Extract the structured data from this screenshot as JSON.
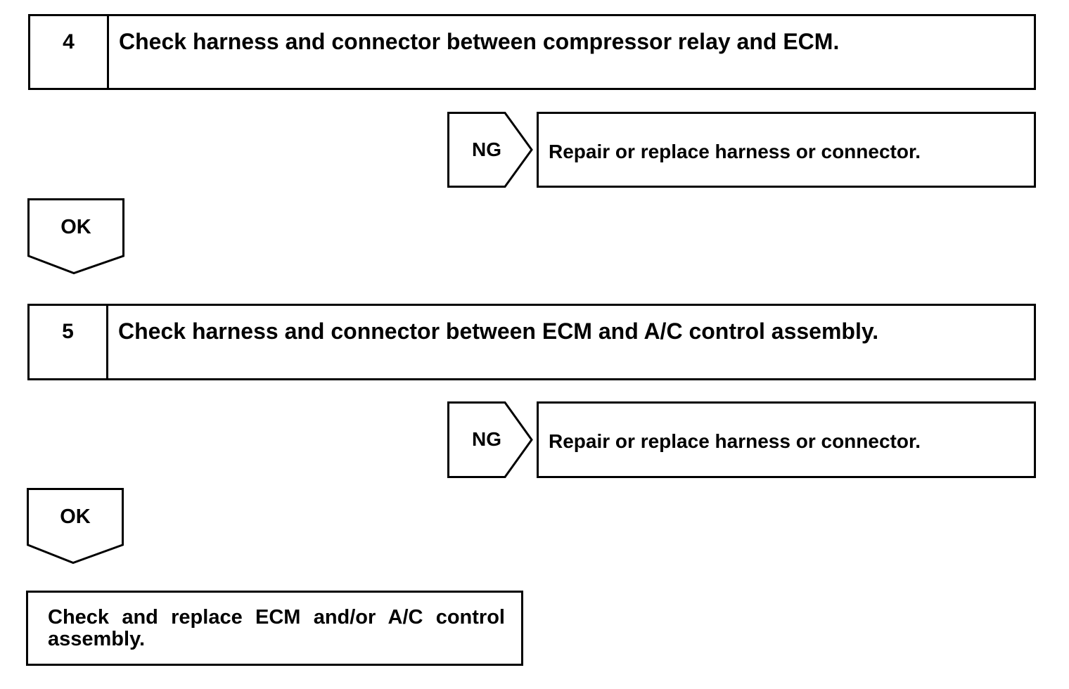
{
  "steps": [
    {
      "number": "4",
      "text": "Check harness and connector between compressor relay and ECM.",
      "ng_label": "NG",
      "ng_action": "Repair or replace harness or connector.",
      "ok_label": "OK"
    },
    {
      "number": "5",
      "text": "Check harness and connector between ECM and A/C control assembly.",
      "ng_label": "NG",
      "ng_action": "Repair or replace harness or connector.",
      "ok_label": "OK"
    }
  ],
  "final_action": "Check and replace ECM and/or A/C control assembly."
}
